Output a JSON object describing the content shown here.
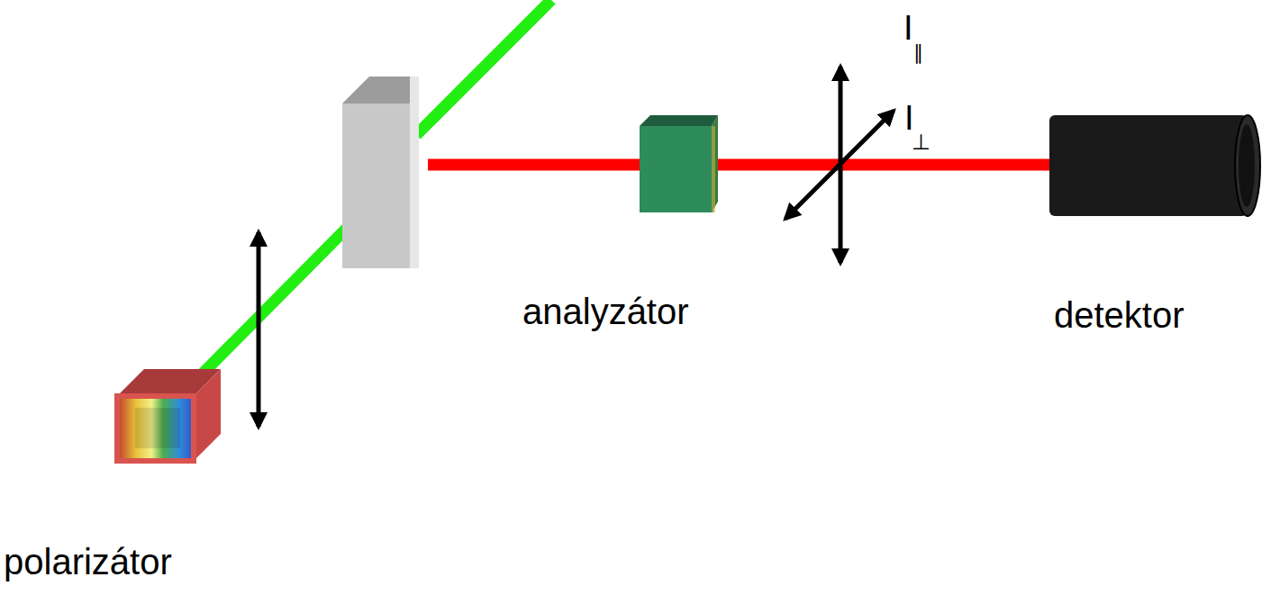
{
  "diagram": {
    "labels": [
      "polarizátor",
      "analyzátor",
      "detektor",
      "I",
      "∥",
      "I",
      "⊥"
    ]
  }
}
